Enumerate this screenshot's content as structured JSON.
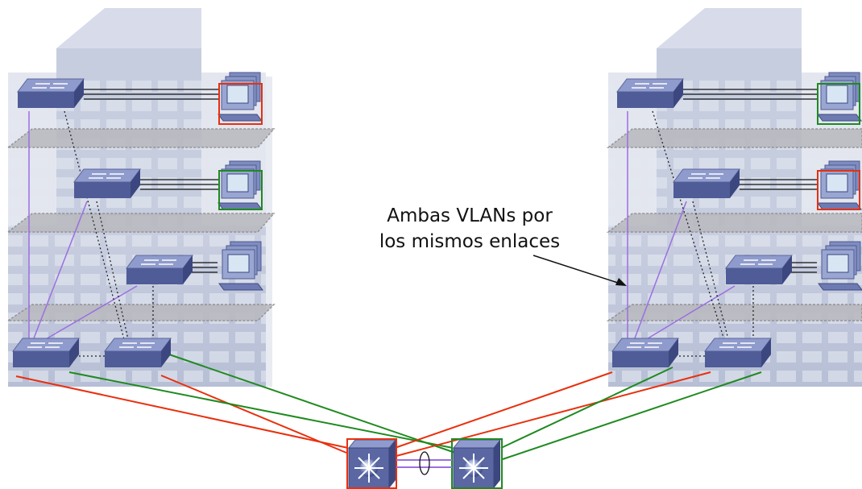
{
  "annotation": {
    "line1": "Ambas VLANs por",
    "line2": "los mismos enlaces"
  },
  "colors": {
    "vlan_red": "#e8300e",
    "vlan_green": "#1f8a1f",
    "trunk_purple": "#9b6fe0",
    "switch_top": "#8592c4",
    "switch_front": "#4d5a94",
    "building": "#d3d8e6"
  },
  "devices": {
    "access_switches_per_building": 3,
    "distribution_switches_per_building": 2,
    "core_switches": 2,
    "pcs_per_building": 3
  },
  "vlan_membership": {
    "left_building_pcs": [
      "red",
      "green",
      "none"
    ],
    "right_building_pcs": [
      "green",
      "red",
      "none"
    ]
  }
}
